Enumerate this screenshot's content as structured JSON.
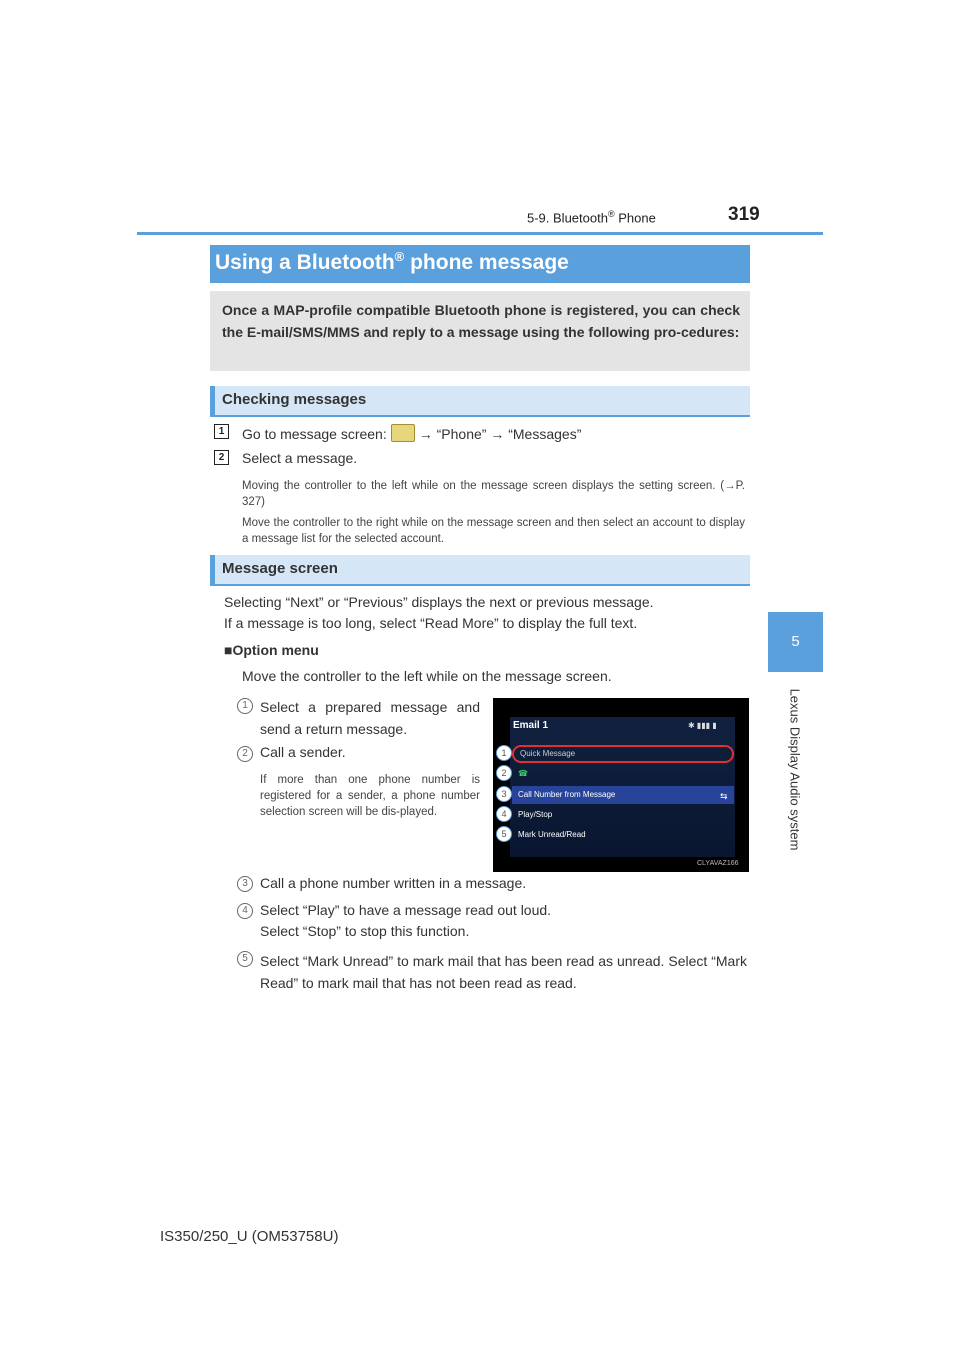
{
  "header": {
    "section": "5-9. Bluetooth",
    "section_reg": "®",
    "section_suffix": " Phone",
    "page_number": "319"
  },
  "side_tab": {
    "number": "5",
    "label": "Lexus Display Audio system"
  },
  "title": {
    "prefix": "Using a Bluetooth",
    "reg": "®",
    "suffix": " phone message"
  },
  "intro": "Once a MAP-profile compatible Bluetooth phone is registered, you can check the E-mail/SMS/MMS and reply to a message using the following pro-cedures:",
  "checking": {
    "heading": "Checking messages",
    "step1_num": "1",
    "step1_a": "Go to message screen:",
    "step1_b": "→ “Phone” → “Messages”",
    "step2_num": "2",
    "step2": "Select a message.",
    "note1": "Moving the controller to the left while on the message screen displays the setting screen. (→P. 327)",
    "note2": "Move the controller to the right while on the message screen and then select an account to display a message list for the selected account."
  },
  "message_screen": {
    "heading": "Message screen",
    "line1": "Selecting “Next” or “Previous” displays the next or previous message.",
    "line2": "If a message is too long, select “Read More” to display the full text.",
    "option_heading": "■Option menu",
    "option_intro": "Move the controller to the left while on the message screen.",
    "items": [
      {
        "num": "1",
        "text": "Select a prepared message and send a return message."
      },
      {
        "num": "2",
        "text": "Call a sender.",
        "note": "If more than one phone number is registered for a sender, a phone number selection screen will be dis-played."
      },
      {
        "num": "3",
        "text": "Call a phone number written in a message."
      },
      {
        "num": "4",
        "text": "Select “Play” to have a message read out loud.",
        "text2": "Select “Stop” to stop this function."
      },
      {
        "num": "5",
        "text": "Select “Mark Unread” to mark mail that has been read as unread. Select “Mark Read” to mark mail that has not been read as read."
      }
    ]
  },
  "screenshot": {
    "title": "Email 1",
    "status": "✱ ▮▮▮ ▮",
    "items": [
      "Quick Message",
      "☎",
      "Call Number from Message",
      "Play/Stop",
      "Mark Unread/Read"
    ],
    "badges": [
      "1",
      "2",
      "3",
      "4",
      "5"
    ],
    "code": "CLYAVAZ166"
  },
  "footer": "IS350/250_U (OM53758U)"
}
